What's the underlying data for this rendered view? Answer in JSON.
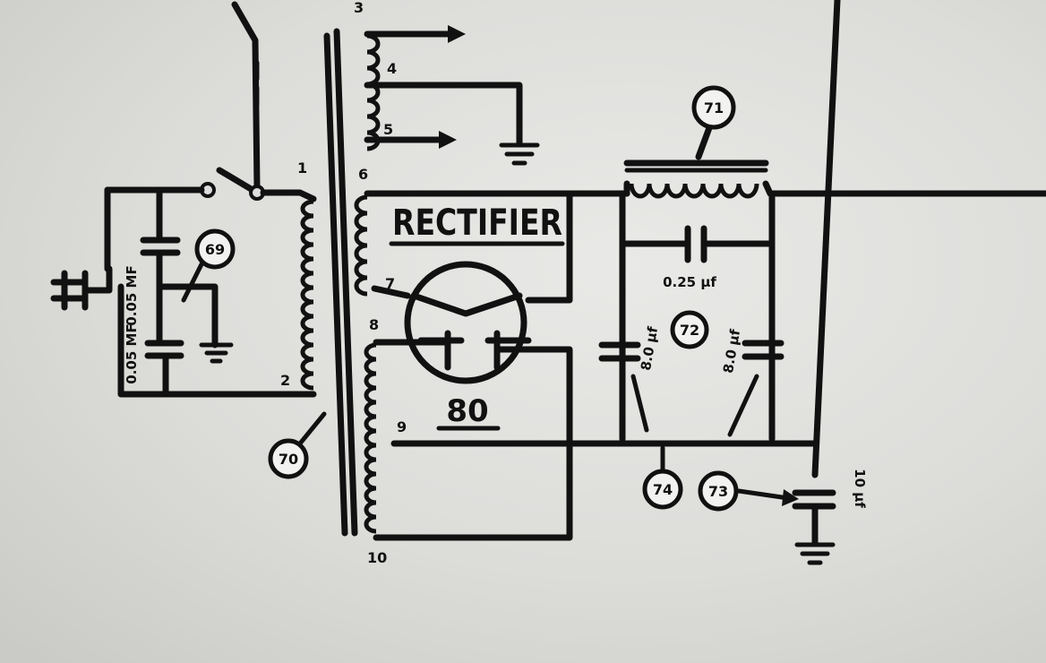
{
  "tube": {
    "label": "RECTIFIER",
    "number": "80"
  },
  "terminals": [
    "1",
    "2",
    "3",
    "4",
    "5",
    "6",
    "7",
    "8",
    "9",
    "10"
  ],
  "refs": [
    "69",
    "70",
    "71",
    "72",
    "73",
    "74"
  ],
  "capacitors": {
    "line_top": "0.05 MF",
    "line_bottom": "0.05 MF",
    "filter_bridge": "0.25 μf",
    "filter_left": "8.0 μf",
    "filter_right": "8.0 μf",
    "bleed": "10 μf"
  }
}
